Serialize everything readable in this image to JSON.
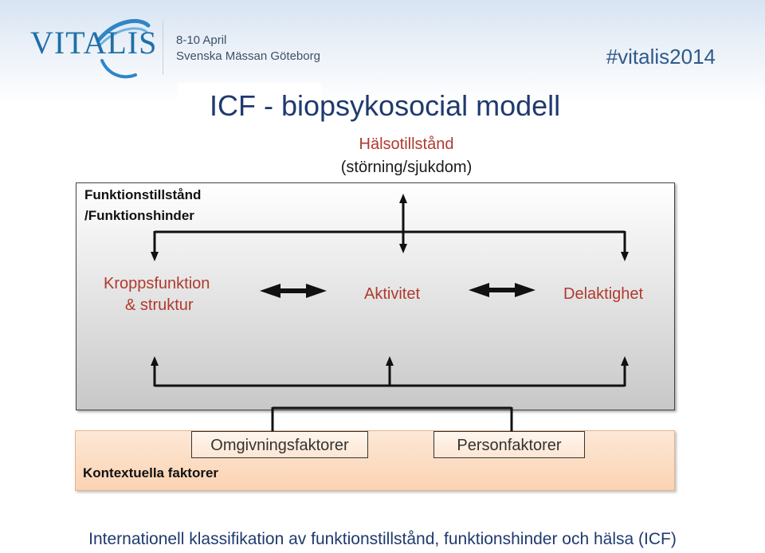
{
  "header": {
    "logo_text": "VITALIS",
    "event_date": "8-10 April",
    "event_place": "Svenska Mässan Göteborg",
    "hashtag": "#vitalis2014"
  },
  "slide": {
    "title": "ICF -  biopsykosocial modell",
    "health_condition_line1": "Hälsotillstånd",
    "health_condition_line2": "(störning/sjukdom)",
    "functioning_line1": "Funktionstillstånd",
    "functioning_line2": "/Funktionshinder",
    "body_function_line1": "Kroppsfunktion",
    "body_function_line2": "& struktur",
    "activity": "Aktivitet",
    "participation": "Delaktighet",
    "environmental_factors": "Omgivningsfaktorer",
    "personal_factors": "Personfaktorer",
    "contextual_factors": "Kontextuella faktorer",
    "footer": "Internationell klassifikation av funktionstillstånd, funktionshinder och hälsa (ICF)"
  },
  "colors": {
    "title": "#1f3a6e",
    "red_text": "#b03a2e",
    "logo": "#1f6fa8",
    "orange_panel": "#fbd3b2"
  }
}
